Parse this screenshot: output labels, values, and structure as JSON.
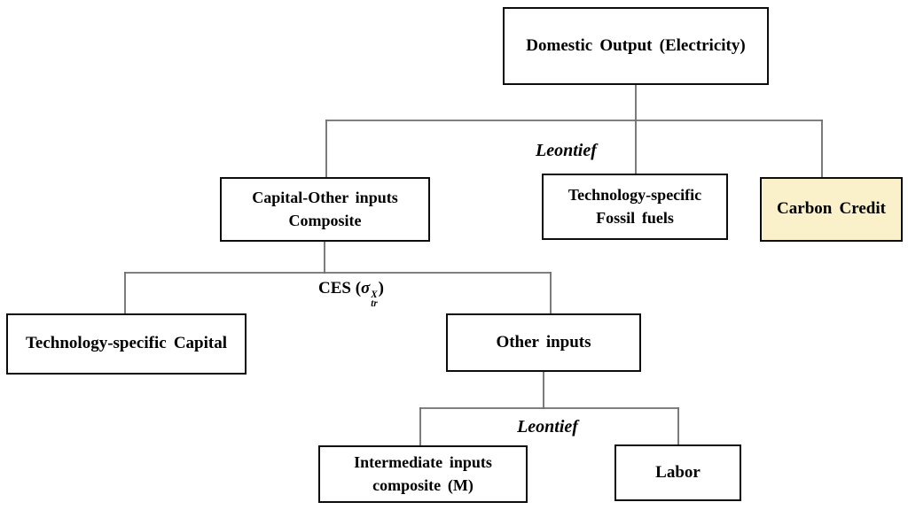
{
  "diagram": {
    "description": "Nested production structure tree for domestic electricity output",
    "nodes": {
      "domestic_output": "Domestic Output (Electricity)",
      "capital_other": "Capital-Other inputs\nComposite",
      "fossil_fuels": "Technology-specific\nFossil fuels",
      "carbon_credit": "Carbon Credit",
      "tech_capital": "Technology-specific Capital",
      "other_inputs": "Other inputs",
      "intermediate": "Intermediate inputs\ncomposite (M)",
      "labor": "Labor"
    },
    "edge_labels": {
      "leontief_top": "Leontief",
      "leontief_bottom": "Leontief",
      "ces_prefix": "CES (",
      "ces_sigma": "σ",
      "ces_sup": "X",
      "ces_sub": "tr",
      "ces_suffix": ")"
    },
    "colors": {
      "background": "#FFFFFF",
      "box_border": "#0D0D0D",
      "box_fill": "#FFFFFF",
      "carbon_credit_fill": "#FAF0C9",
      "connector_line": "#6E6E6E",
      "text": "#000000"
    }
  }
}
